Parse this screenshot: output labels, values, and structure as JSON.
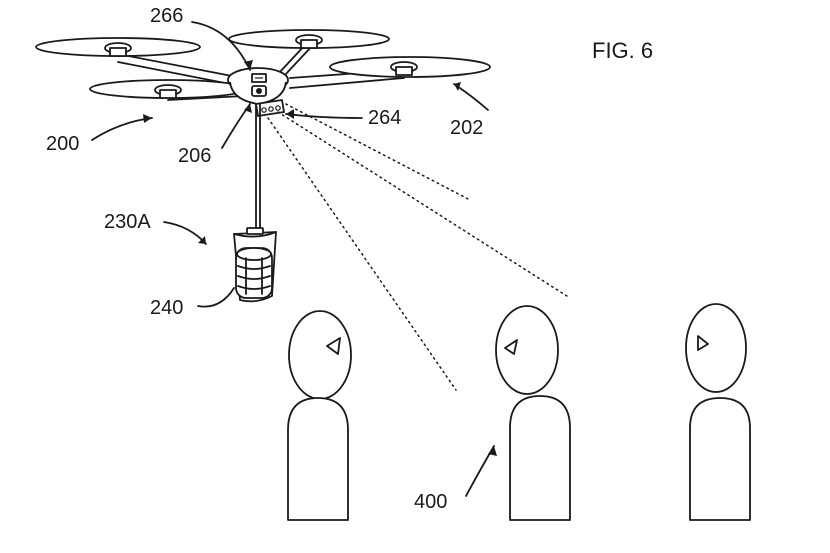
{
  "figure": {
    "title": "FIG. 6"
  },
  "labels": {
    "drone": "200",
    "rotor": "202",
    "camera": "206",
    "sensor": "264",
    "hub": "266",
    "container": "230A",
    "bottle": "240",
    "person": "400"
  }
}
